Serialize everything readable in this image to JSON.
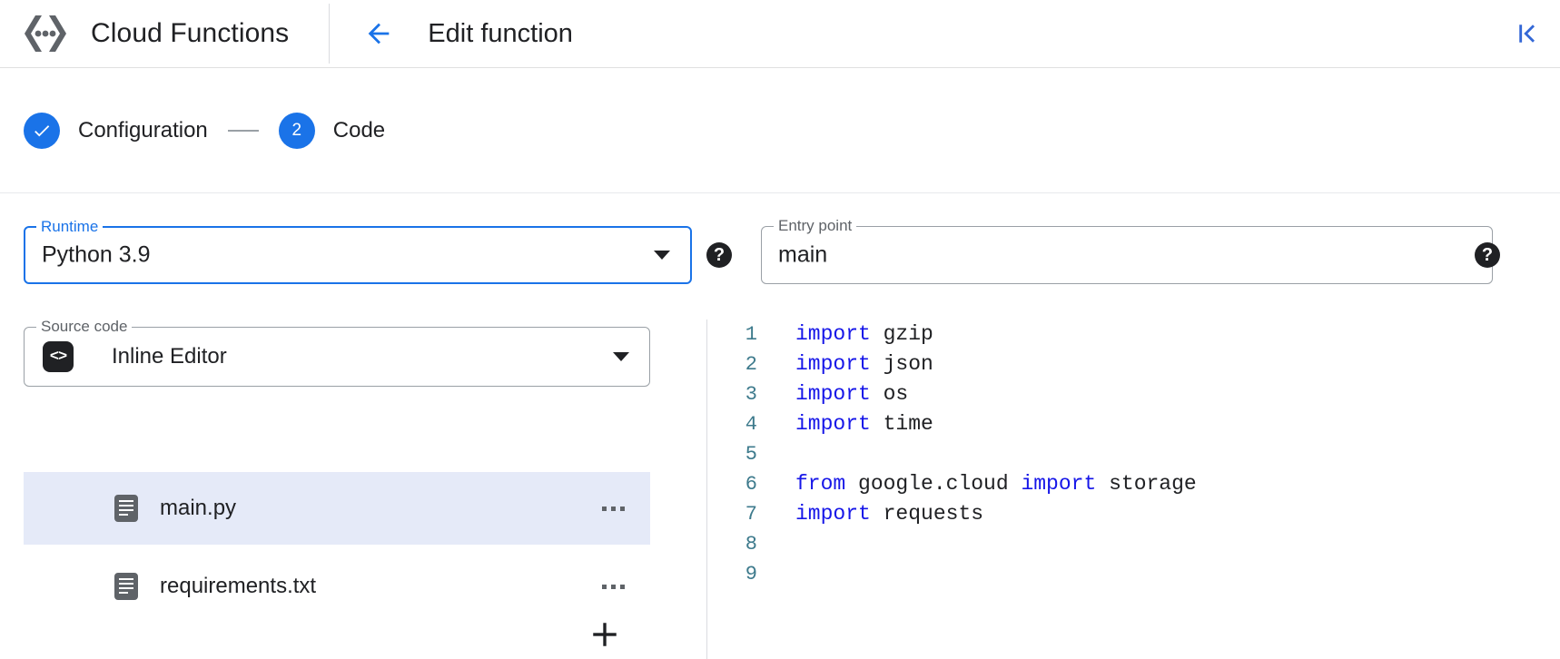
{
  "header": {
    "brand_title": "Cloud Functions",
    "logo_icon": "cloud-functions-logo",
    "back_icon": "arrow-left-icon",
    "page_title": "Edit function",
    "collapse_icon": "first-page-icon"
  },
  "stepper": {
    "steps": [
      {
        "id": "configuration",
        "marker": "✓",
        "label": "Configuration",
        "state": "completed"
      },
      {
        "id": "code",
        "marker": "2",
        "label": "Code",
        "state": "active"
      }
    ]
  },
  "form": {
    "runtime": {
      "legend": "Runtime",
      "value": "Python 3.9",
      "focused": true,
      "caret_icon": "chevron-down-icon",
      "help_icon": "help-icon",
      "help_glyph": "?"
    },
    "entry_point": {
      "legend": "Entry point",
      "value": "main",
      "placeholder": "Entry point",
      "focused": false,
      "help_icon": "help-icon",
      "help_glyph": "?"
    },
    "source_code": {
      "legend": "Source code",
      "value": "Inline Editor",
      "chip_icon": "code-brackets-icon",
      "chip_glyph": "<>",
      "caret_icon": "chevron-down-icon"
    }
  },
  "files": {
    "add_label": "+",
    "add_icon": "add-file-icon",
    "menu_icon": "more-options-icon",
    "items": [
      {
        "name": "main.py",
        "icon": "file-icon",
        "selected": true
      },
      {
        "name": "requirements.txt",
        "icon": "file-icon",
        "selected": false
      }
    ]
  },
  "editor": {
    "language": "python",
    "filename": "main.py",
    "lines": [
      {
        "number": "1",
        "tokens": [
          {
            "t": "import",
            "c": "kw"
          },
          {
            "t": " gzip",
            "c": "pl"
          }
        ]
      },
      {
        "number": "2",
        "tokens": [
          {
            "t": "import",
            "c": "kw"
          },
          {
            "t": " json",
            "c": "pl"
          }
        ]
      },
      {
        "number": "3",
        "tokens": [
          {
            "t": "import",
            "c": "kw"
          },
          {
            "t": " os",
            "c": "pl"
          }
        ]
      },
      {
        "number": "4",
        "tokens": [
          {
            "t": "import",
            "c": "kw"
          },
          {
            "t": " time",
            "c": "pl"
          }
        ]
      },
      {
        "number": "5",
        "tokens": []
      },
      {
        "number": "6",
        "tokens": [
          {
            "t": "from",
            "c": "kw"
          },
          {
            "t": " google.cloud ",
            "c": "pl"
          },
          {
            "t": "import",
            "c": "kw"
          },
          {
            "t": " storage",
            "c": "pl"
          }
        ]
      },
      {
        "number": "7",
        "tokens": [
          {
            "t": "import",
            "c": "kw"
          },
          {
            "t": " requests",
            "c": "pl"
          }
        ]
      },
      {
        "number": "8",
        "tokens": []
      },
      {
        "number": "9",
        "tokens": []
      }
    ]
  },
  "colors": {
    "accent_blue": "#1a73e8",
    "keyword_blue": "#1616e8",
    "line_number": "#3d7a8c",
    "selected_row": "#e5eaf8",
    "text": "#202124",
    "border": "#9aa0a6"
  }
}
